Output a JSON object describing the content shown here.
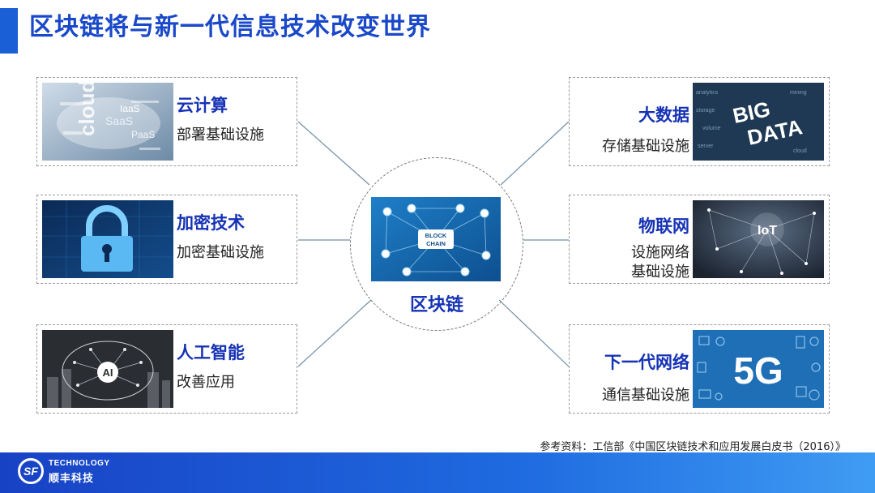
{
  "title": "区块链将与新一代信息技术改变世界",
  "center": {
    "label": "区块链",
    "image_text": "BLOCK CHAIN"
  },
  "left_cards": [
    {
      "label": "云计算",
      "sub": [
        "部署基础设施"
      ],
      "icon": "cloud-word-cloud-icon",
      "image_words": [
        "cloud",
        "SaaS",
        "IaaS",
        "PaaS"
      ]
    },
    {
      "label": "加密技术",
      "sub": [
        "加密基础设施"
      ],
      "icon": "padlock-icon"
    },
    {
      "label": "人工智能",
      "sub": [
        "改善应用"
      ],
      "icon": "ai-brain-icon",
      "image_text": "AI"
    }
  ],
  "right_cards": [
    {
      "label": "大数据",
      "sub": [
        "存储基础设施"
      ],
      "icon": "big-data-word-cloud-icon",
      "image_words": [
        "BIG",
        "DATA"
      ]
    },
    {
      "label": "物联网",
      "sub": [
        "设施网络",
        "基础设施"
      ],
      "icon": "iot-network-icon",
      "image_text": "IoT"
    },
    {
      "label": "下一代网络",
      "sub": [
        "通信基础设施"
      ],
      "icon": "5g-network-icon",
      "image_text": "5G"
    }
  ],
  "reference": "参考资料：工信部《中国区块链技术和应用发展白皮书（2016）》",
  "footer": {
    "logo_mark": "SF",
    "brand_en": "TECHNOLOGY",
    "brand_cn": "顺丰科技"
  },
  "colors": {
    "accent": "#1948c9",
    "label": "#1632b5",
    "footer_start": "#1842c4",
    "footer_end": "#3f9cf3"
  }
}
